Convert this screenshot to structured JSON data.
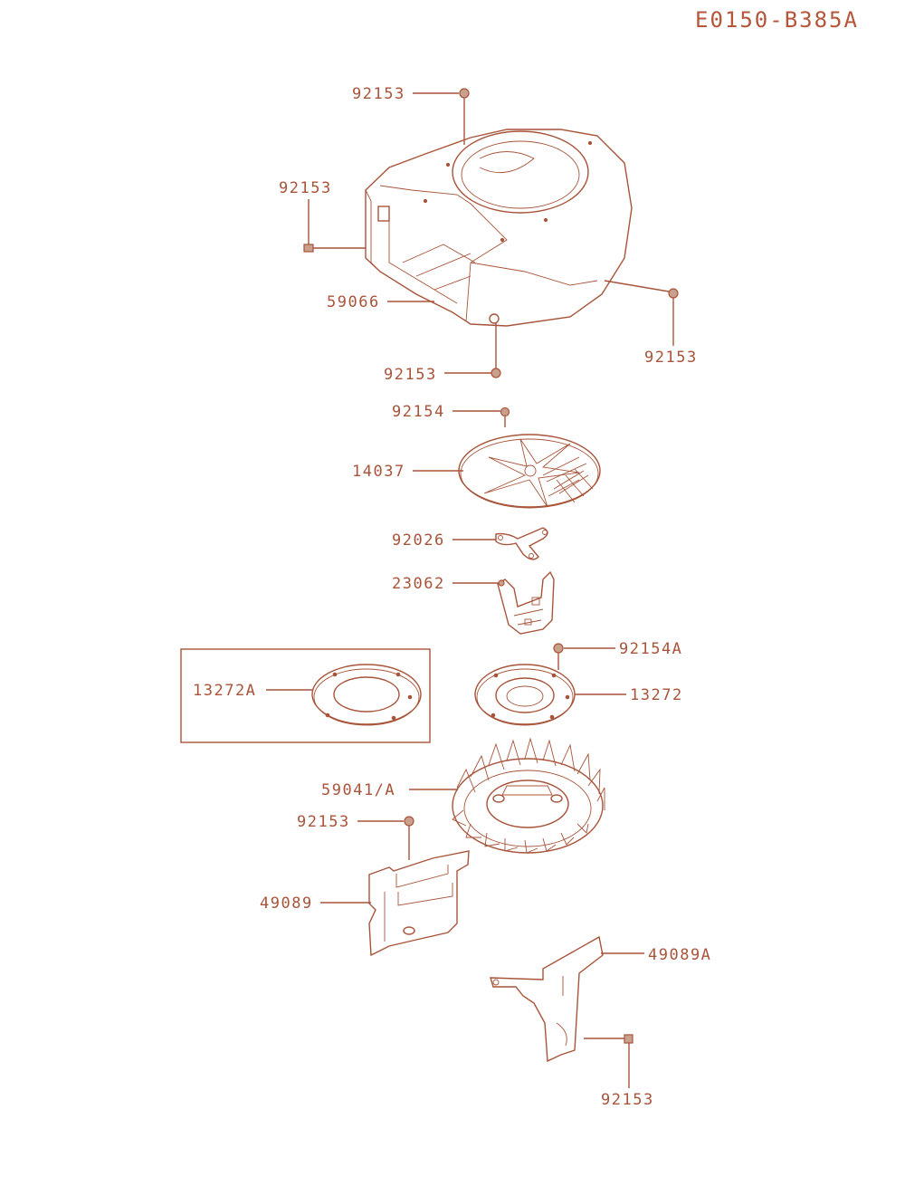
{
  "diagram_code": "E0150-B385A",
  "labels": {
    "l_92153_top": "92153",
    "l_92153_left": "92153",
    "l_59066": "59066",
    "l_92153_right": "92153",
    "l_92153_bottom": "92153",
    "l_92154": "92154",
    "l_14037": "14037",
    "l_92026": "92026",
    "l_23062": "23062",
    "l_92154A": "92154A",
    "l_13272A": "13272A",
    "l_13272": "13272",
    "l_59041A": "59041/A",
    "l_92153_mid": "92153",
    "l_49089": "49089",
    "l_49089A": "49089A",
    "l_92153_low": "92153"
  },
  "colors": {
    "line": "#a8543a",
    "fill": "#c9a08c",
    "background": "#ffffff"
  }
}
